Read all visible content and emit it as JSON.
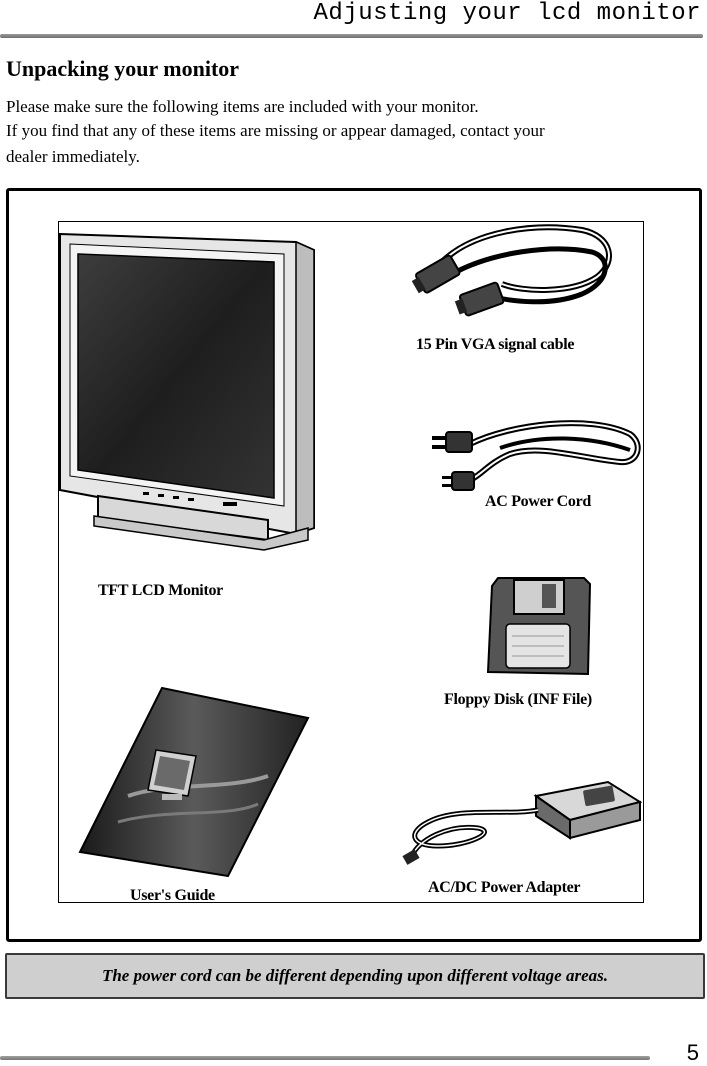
{
  "header": {
    "title": "Adjusting your lcd monitor"
  },
  "section": {
    "heading": "Unpacking your monitor",
    "intro_lines": [
      "Please make sure the following items are included with your monitor.",
      "If you find that any of these items are missing or appear damaged, contact your",
      "dealer immediately."
    ]
  },
  "items": {
    "monitor": "TFT LCD Monitor",
    "vga_cable": "15 Pin VGA signal cable",
    "power_cord": "AC Power Cord",
    "floppy": "Floppy Disk (INF File)",
    "guide": "User's Guide",
    "adapter": "AC/DC Power Adapter"
  },
  "note": "The power cord can be different depending upon different voltage areas.",
  "footer": {
    "page_number": "5"
  }
}
